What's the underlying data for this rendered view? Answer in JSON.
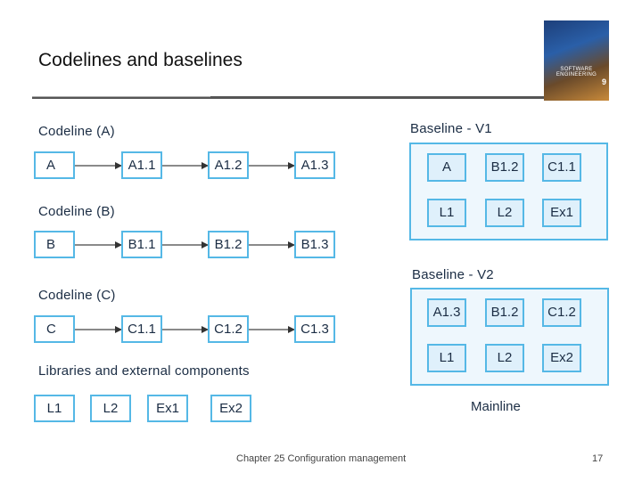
{
  "slide": {
    "title": "Codelines and baselines",
    "footer": "Chapter 25 Configuration management",
    "page_number": "17"
  },
  "book_cover": {
    "title": "SOFTWARE ENGINEERING",
    "edition": "9"
  },
  "codelines": [
    {
      "label": "Codeline (A)",
      "nodes": [
        "A",
        "A1.1",
        "A1.2",
        "A1.3"
      ]
    },
    {
      "label": "Codeline (B)",
      "nodes": [
        "B",
        "B1.1",
        "B1.2",
        "B1.3"
      ]
    },
    {
      "label": "Codeline (C)",
      "nodes": [
        "C",
        "C1.1",
        "C1.2",
        "C1.3"
      ]
    }
  ],
  "libraries": {
    "label": "Libraries and external components",
    "items": [
      "L1",
      "L2",
      "Ex1",
      "Ex2"
    ]
  },
  "baselines": [
    {
      "label": "Baseline - V1",
      "rows": [
        [
          "A",
          "B1.2",
          "C1.1"
        ],
        [
          "L1",
          "L2",
          "Ex1"
        ]
      ]
    },
    {
      "label": "Baseline - V2",
      "rows": [
        [
          "A1.3",
          "B1.2",
          "C1.2"
        ],
        [
          "L1",
          "L2",
          "Ex2"
        ]
      ]
    }
  ],
  "mainline_label": "Mainline",
  "colors": {
    "box_border": "#55b8e6",
    "baseline_fill": "#dff0fb",
    "panel_fill": "#eef7fd",
    "text": "#1b2d44"
  }
}
